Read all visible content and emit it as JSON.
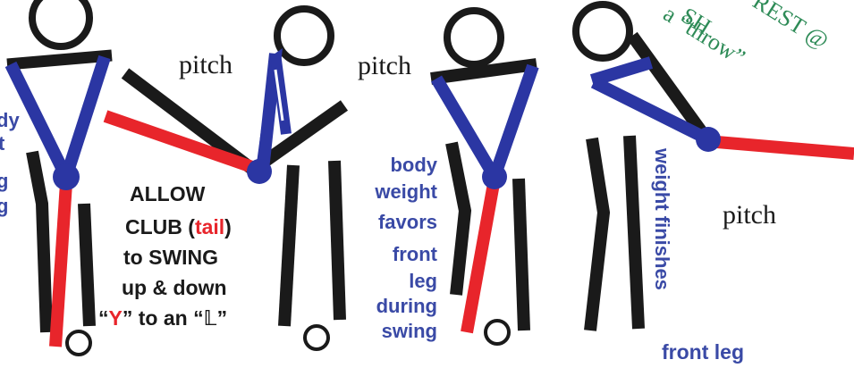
{
  "colors": {
    "black": "#1a1a1a",
    "blue": "#2b36a3",
    "red": "#e8252b",
    "label_blue": "#3a4aa6",
    "green": "#2e8b57"
  },
  "labels": {
    "pitch_1": "pitch",
    "pitch_2": "pitch",
    "pitch_3": "pitch",
    "left_cut_1": "dy",
    "left_cut_2": "t",
    "left_cut_3": "g",
    "left_cut_4": "g",
    "allow_1": "ALLOW",
    "allow_2a": "CLUB (",
    "allow_2b": "tail",
    "allow_2c": ")",
    "allow_3": "to SWING",
    "allow_4": "up & down",
    "allow_5a": "“",
    "allow_5b": "Y",
    "allow_5c": "” to an “𝕃”",
    "body_1": "body",
    "body_2": "weight",
    "body_3": "favors",
    "body_4": "front",
    "body_5": "leg",
    "body_6": "during",
    "body_7": "swing",
    "weight_finishes": "weight finishes",
    "front_leg": "front leg",
    "green_1": "SH",
    "green_2": "REST @",
    "green_3": "a “throw”"
  }
}
